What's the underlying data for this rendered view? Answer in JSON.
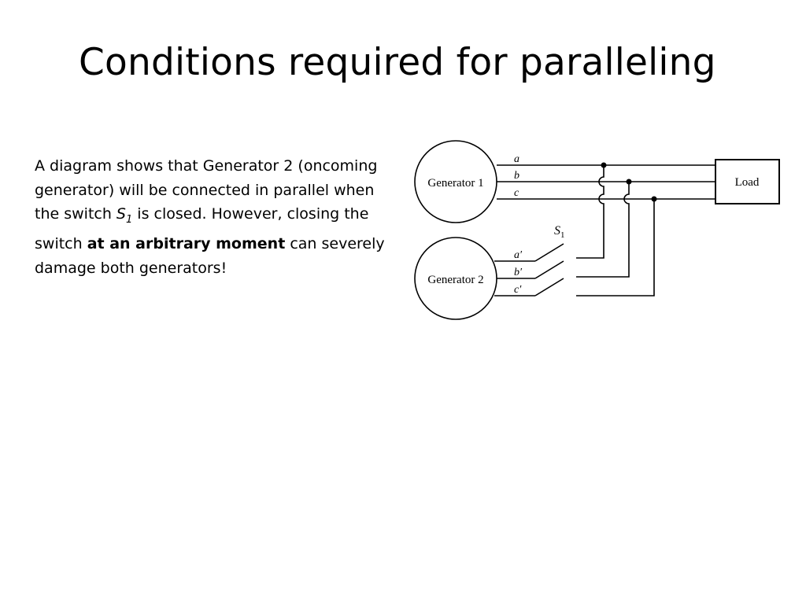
{
  "slide": {
    "title": "Conditions required for paralleling"
  },
  "description": {
    "part1": "A diagram shows that Generator 2 (oncoming generator) will be connected in parallel when the switch ",
    "switch_symbol": "S",
    "switch_subscript": "1",
    "part2": " is closed. However, closing the switch ",
    "emphasis": "at an arbitrary moment",
    "part3": " can severely damage both generators!"
  },
  "diagram": {
    "generator1_label": "Generator 1",
    "generator2_label": "Generator 2",
    "load_label": "Load",
    "switch_symbol": "S",
    "switch_subscript": "1",
    "phases_gen1": [
      "a",
      "b",
      "c"
    ],
    "phases_gen2": [
      "a′",
      "b′",
      "c′"
    ]
  }
}
